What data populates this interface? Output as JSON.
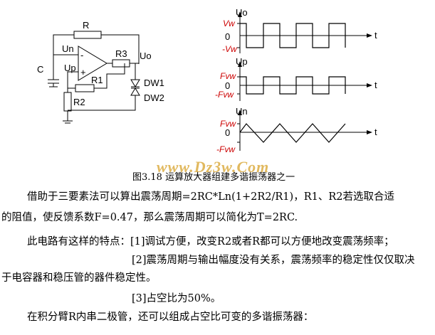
{
  "circuit": {
    "R": "R",
    "C": "C",
    "Un": "Un",
    "Up": "Up",
    "R3": "R3",
    "Uo": "Uo",
    "R1": "R1",
    "R2": "R2",
    "DW1": "DW1",
    "DW2": "DW2",
    "minus": "-",
    "plus": "+"
  },
  "graphs": {
    "uo": {
      "label": "Uo",
      "high": "Vw",
      "zero": "0",
      "low": "-Vw",
      "axis": "t"
    },
    "up": {
      "label": "Up",
      "high": "Fvw",
      "zero": "0",
      "low": "-Fvw",
      "axis": "t"
    },
    "un": {
      "label": "Un",
      "high": "Fvw",
      "zero": "0",
      "low": "-Fvw",
      "axis": "t"
    }
  },
  "caption": "图3.18  运算放大器组建多谐振荡器之一",
  "watermark": "www.Dz3w.Com",
  "paragraphs": [
    "借助于三要素法可以算出震荡周期=2RC*Ln(1+2R2/R1)，R1、R2若选取合适",
    "的阻值，使反馈系数F=0.47，那么震荡周期可以简化为T=2RC.",
    "此电路有这样的特点：[1]调试方便，改变R2或者R都可以方便地改变震荡频率；",
    "[2]震荡周期与输出幅度没有关系，震荡频率的稳定性仅仅取决",
    "于电容器和稳压管的器件稳定性。",
    "[3]占空比为50%。",
    "在积分臂R内串二极管，还可以组成占空比可变的多谐振荡器："
  ],
  "colors": {
    "label_red": "#cc0000",
    "watermark": "#d8a22a"
  }
}
